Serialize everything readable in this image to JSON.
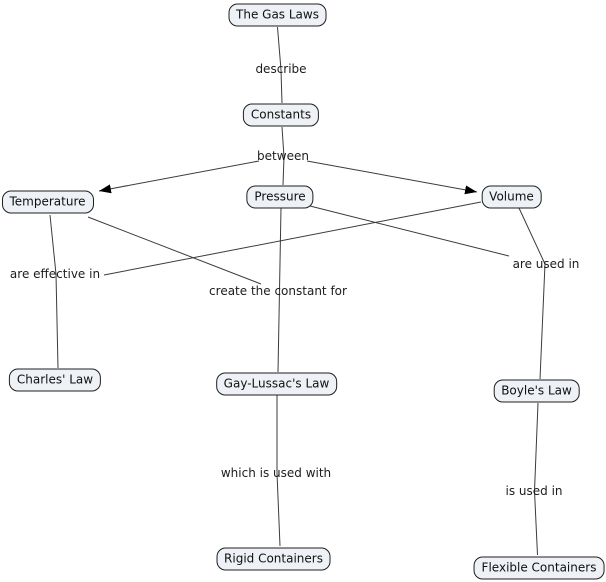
{
  "diagram": {
    "type": "concept-map",
    "topic": "The Gas Laws",
    "background_color": "#ffffff",
    "node_fill_color": "#eef2f6",
    "node_border_color": "#1f1f1f",
    "line_color": "#3b3b3b",
    "arrow_color": "#000000"
  },
  "nodes": [
    {
      "id": "gas-laws",
      "label": "The Gas Laws"
    },
    {
      "id": "constants",
      "label": "Constants"
    },
    {
      "id": "temperature",
      "label": "Temperature"
    },
    {
      "id": "pressure",
      "label": "Pressure"
    },
    {
      "id": "volume",
      "label": "Volume"
    },
    {
      "id": "charles-law",
      "label": "Charles' Law"
    },
    {
      "id": "gay-lussacs-law",
      "label": "Gay-Lussac's Law"
    },
    {
      "id": "boyles-law",
      "label": "Boyle's Law"
    },
    {
      "id": "rigid-containers",
      "label": "Rigid Containers"
    },
    {
      "id": "flexible-containers",
      "label": "Flexible Containers"
    }
  ],
  "edge_labels": [
    {
      "id": "describe",
      "text": "describe"
    },
    {
      "id": "between",
      "text": "between"
    },
    {
      "id": "are-effective-in",
      "text": "are effective in"
    },
    {
      "id": "create-the-constant-for",
      "text": "create the constant for"
    },
    {
      "id": "are-used-in",
      "text": "are used in"
    },
    {
      "id": "which-is-used-with",
      "text": "which is used with"
    },
    {
      "id": "is-used-in",
      "text": "is used in"
    }
  ],
  "edges": [
    {
      "from": [
        "The Gas Laws"
      ],
      "label": "describe",
      "to": [
        "Constants"
      ],
      "arrowheads": false
    },
    {
      "from": [
        "Constants"
      ],
      "label": "between",
      "to": [
        "Temperature",
        "Pressure",
        "Volume"
      ],
      "arrowheads": "on Temperature and Volume"
    },
    {
      "from": [
        "Temperature",
        "Volume"
      ],
      "label": "are effective in",
      "to": [
        "Charles' Law"
      ],
      "arrowheads": false
    },
    {
      "from": [
        "Temperature",
        "Pressure"
      ],
      "label": "create the constant for",
      "to": [
        "Gay-Lussac's Law"
      ],
      "arrowheads": false
    },
    {
      "from": [
        "Pressure",
        "Volume"
      ],
      "label": "are used in",
      "to": [
        "Boyle's Law"
      ],
      "arrowheads": false
    },
    {
      "from": [
        "Gay-Lussac's Law"
      ],
      "label": "which is used with",
      "to": [
        "Rigid Containers"
      ],
      "arrowheads": false
    },
    {
      "from": [
        "Boyle's Law"
      ],
      "label": "is used in",
      "to": [
        "Flexible Containers"
      ],
      "arrowheads": false
    }
  ]
}
